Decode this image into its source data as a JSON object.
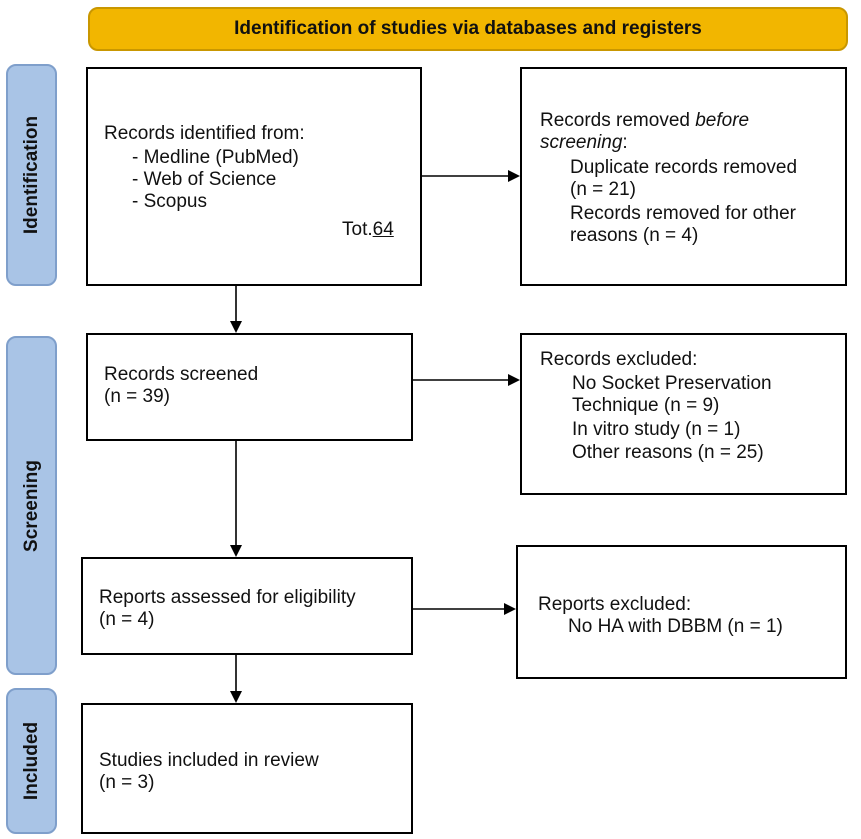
{
  "header": {
    "title": "Identification of studies via databases and registers"
  },
  "phases": {
    "identification": "Identification",
    "screening": "Screening",
    "included": "Included"
  },
  "identified": {
    "heading": "Records identified from:",
    "sources": [
      "- Medline (PubMed)",
      "- Web of Science",
      "- Scopus"
    ],
    "total_prefix": "Tot.",
    "total_value": "64"
  },
  "removed": {
    "heading_prefix": "Records removed ",
    "heading_italic": "before screening",
    "heading_suffix": ":",
    "duplicates_label": "Duplicate records removed",
    "duplicates_n": "(n = 21)",
    "other_label": "Records removed for other",
    "other_n": "reasons (n = 4)"
  },
  "screened": {
    "label": "Records screened",
    "n": "(n = 39)"
  },
  "excluded": {
    "heading": "Records excluded:",
    "items": [
      "No Socket Preservation",
      "Technique (n = 9)",
      "In vitro study (n = 1)",
      "Other reasons (n = 25)"
    ]
  },
  "assessed": {
    "label": "Reports assessed for eligibility",
    "n": "(n = 4)"
  },
  "reports_excluded": {
    "heading": "Reports excluded:",
    "items": [
      "No HA with DBBM (n = 1)"
    ]
  },
  "included_studies": {
    "label": "Studies included in review",
    "n": "(n = 3)"
  },
  "colors": {
    "header_fill": "#f2b600",
    "phase_fill": "#a9c4e6",
    "line": "#000000"
  }
}
